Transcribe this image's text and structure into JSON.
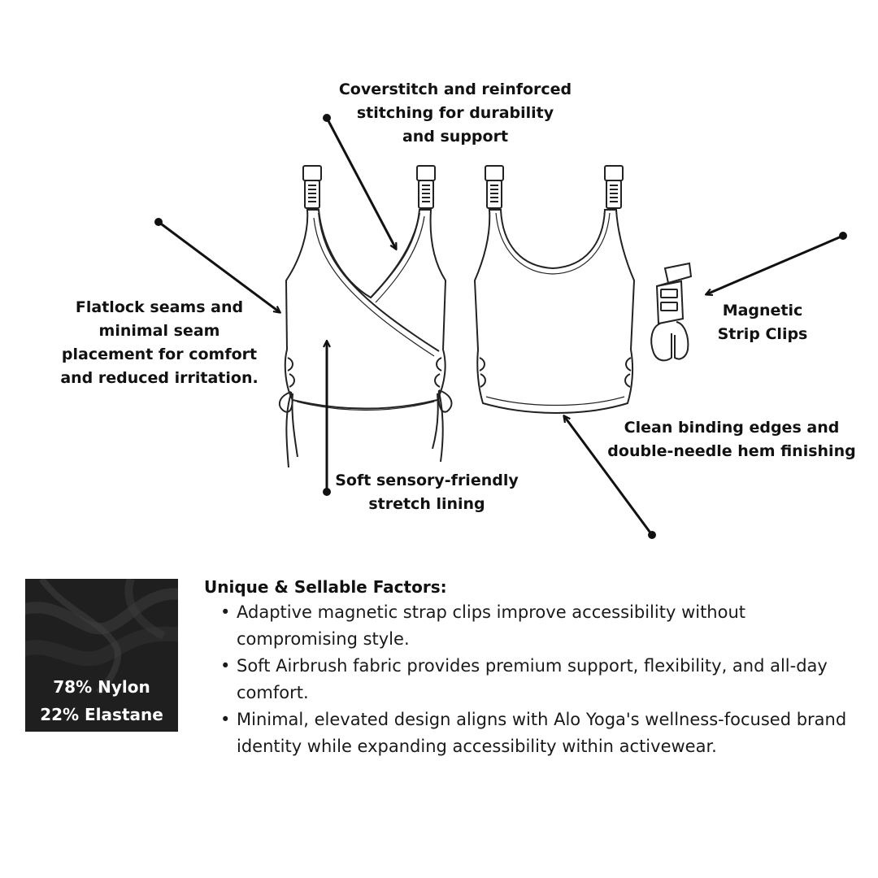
{
  "callouts": {
    "coverstitch": [
      "Coverstitch and reinforced",
      "stitching for durability",
      "and support"
    ],
    "flatlock": [
      "Flatlock seams and",
      "minimal seam",
      "placement for comfort",
      "and reduced irritation."
    ],
    "magnetic": [
      "Magnetic",
      "Strip Clips"
    ],
    "binding": [
      "Clean binding edges and",
      "double-needle hem finishing"
    ],
    "lining": [
      "Soft sensory-friendly",
      "stretch lining"
    ]
  },
  "swatch": {
    "line1": "78% Nylon",
    "line2": "22% Elastane",
    "color": "#1f1f1f"
  },
  "factors": {
    "heading": "Unique & Sellable Factors:",
    "items": [
      "Adaptive magnetic strap clips improve accessibility without compromising style.",
      "Soft Airbrush fabric provides premium support, flexibility, and all-day comfort.",
      "Minimal, elevated design aligns with Alo Yoga's wellness-focused brand identity while expanding accessibility within activewear."
    ]
  }
}
